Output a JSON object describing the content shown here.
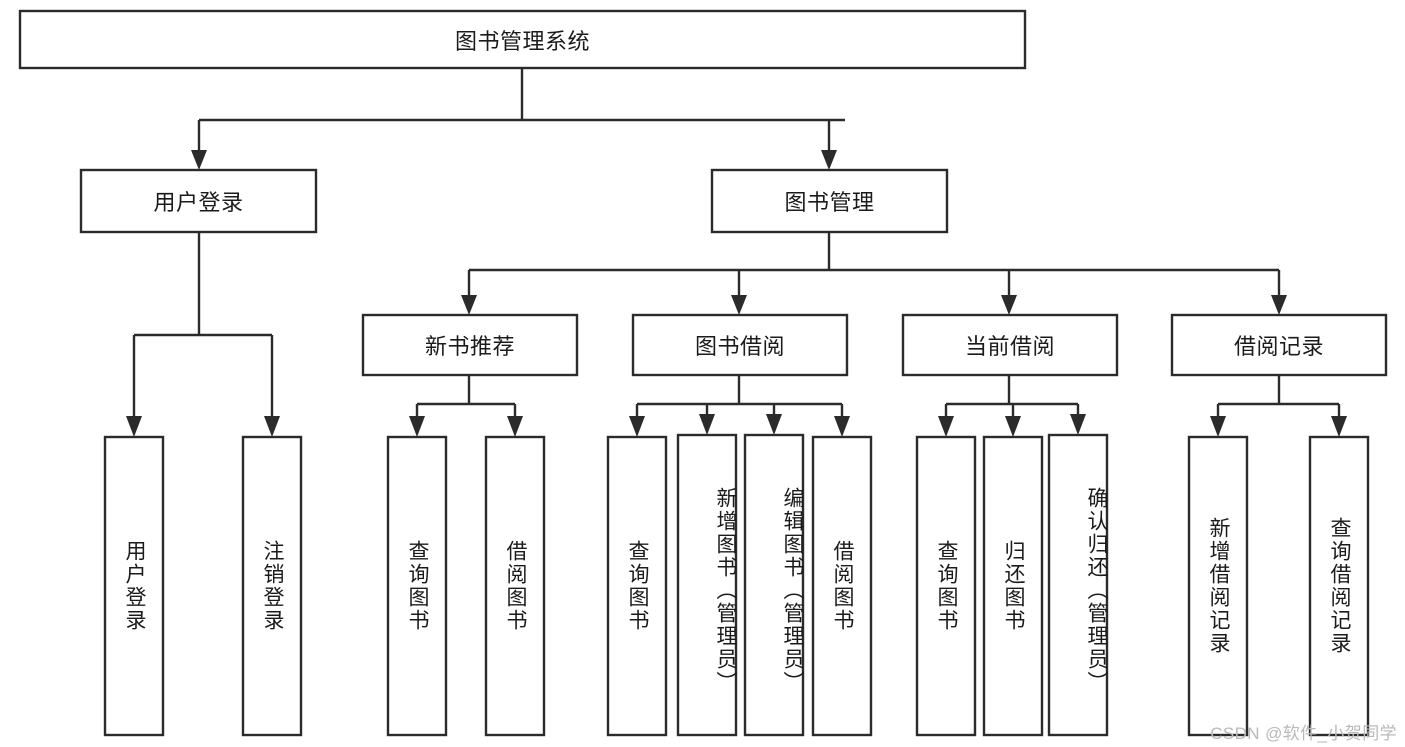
{
  "diagram": {
    "type": "tree-hierarchy",
    "title": "图书管理系统",
    "orientation": "top-down",
    "colors": {
      "box_stroke": "#2b2b2b",
      "box_fill": "#ffffff",
      "text": "#1b1b1b",
      "background": "#ffffff",
      "watermark": "#b9b9b9"
    },
    "root": {
      "label": "图书管理系统"
    },
    "level2": [
      {
        "label": "用户登录"
      },
      {
        "label": "图书管理"
      }
    ],
    "level3": [
      {
        "label": "新书推荐"
      },
      {
        "label": "图书借阅"
      },
      {
        "label": "当前借阅"
      },
      {
        "label": "借阅记录"
      }
    ],
    "leaves": {
      "user_login": [
        {
          "label": "用户登录"
        },
        {
          "label": "注销登录"
        }
      ],
      "new_book_recommend": [
        {
          "label": "查询图书"
        },
        {
          "label": "借阅图书"
        }
      ],
      "book_borrow": [
        {
          "label": "查询图书"
        },
        {
          "label": "新增图书（管理员）"
        },
        {
          "label": "编辑图书（管理员）"
        },
        {
          "label": "借阅图书"
        }
      ],
      "current_borrow": [
        {
          "label": "查询图书"
        },
        {
          "label": "归还图书"
        },
        {
          "label": "确认归还（管理员）"
        }
      ],
      "borrow_record": [
        {
          "label": "新增借阅记录"
        },
        {
          "label": "查询借阅记录"
        }
      ]
    },
    "watermark": "CSDN @软件_小贺同学"
  }
}
